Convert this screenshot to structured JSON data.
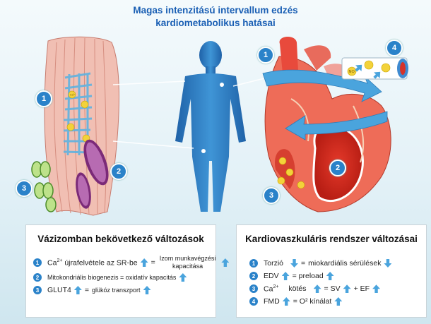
{
  "title": {
    "line1": "Magas intenzitású intervallum edzés",
    "line2": "kardiometabolikus hatásai"
  },
  "callouts": {
    "muscle_1": "1",
    "muscle_2": "2",
    "muscle_3": "3",
    "heart_1": "1",
    "heart_2": "2",
    "heart_3": "3",
    "vessel_4": "4"
  },
  "molecule_labels": {
    "ca": "Ca²⁺",
    "no": "NO"
  },
  "muscle_panel": {
    "heading": "Vázizomban bekövetkező változások",
    "rows": [
      {
        "num": "1",
        "text_a": "Ca",
        "sup": "2+",
        "text_b": " újrafelvétele az SR-be",
        "eq": "=",
        "result_l1": "Izom munkavégzési",
        "result_l2": "kapacitása"
      },
      {
        "num": "2",
        "text": "Mitokondriális biogenezis = oxidatív kapacitás"
      },
      {
        "num": "3",
        "text_a": "GLUT4",
        "eq": "=",
        "result": "glükóz transzport"
      }
    ]
  },
  "cardio_panel": {
    "heading": "Kardiovaszkuláris rendszer változásai",
    "rows": [
      {
        "num": "1",
        "a": "Torzió",
        "eq": "=",
        "b": "miokardiális sérülések"
      },
      {
        "num": "2",
        "a": "EDV",
        "b": "= preload"
      },
      {
        "num": "3",
        "a": "Ca",
        "sup": "2+",
        "a2": "kötés",
        "b": "= SV",
        "c": "+ EF"
      },
      {
        "num": "4",
        "a": "FMD",
        "b": "= O² kínálat"
      }
    ]
  },
  "colors": {
    "accent": "#2a82c9",
    "arrow": "#4aa4dd",
    "title": "#1a5fb4",
    "body": "#2f7fc4",
    "muscle": "#e9a79a",
    "heart": "#e8604f"
  }
}
